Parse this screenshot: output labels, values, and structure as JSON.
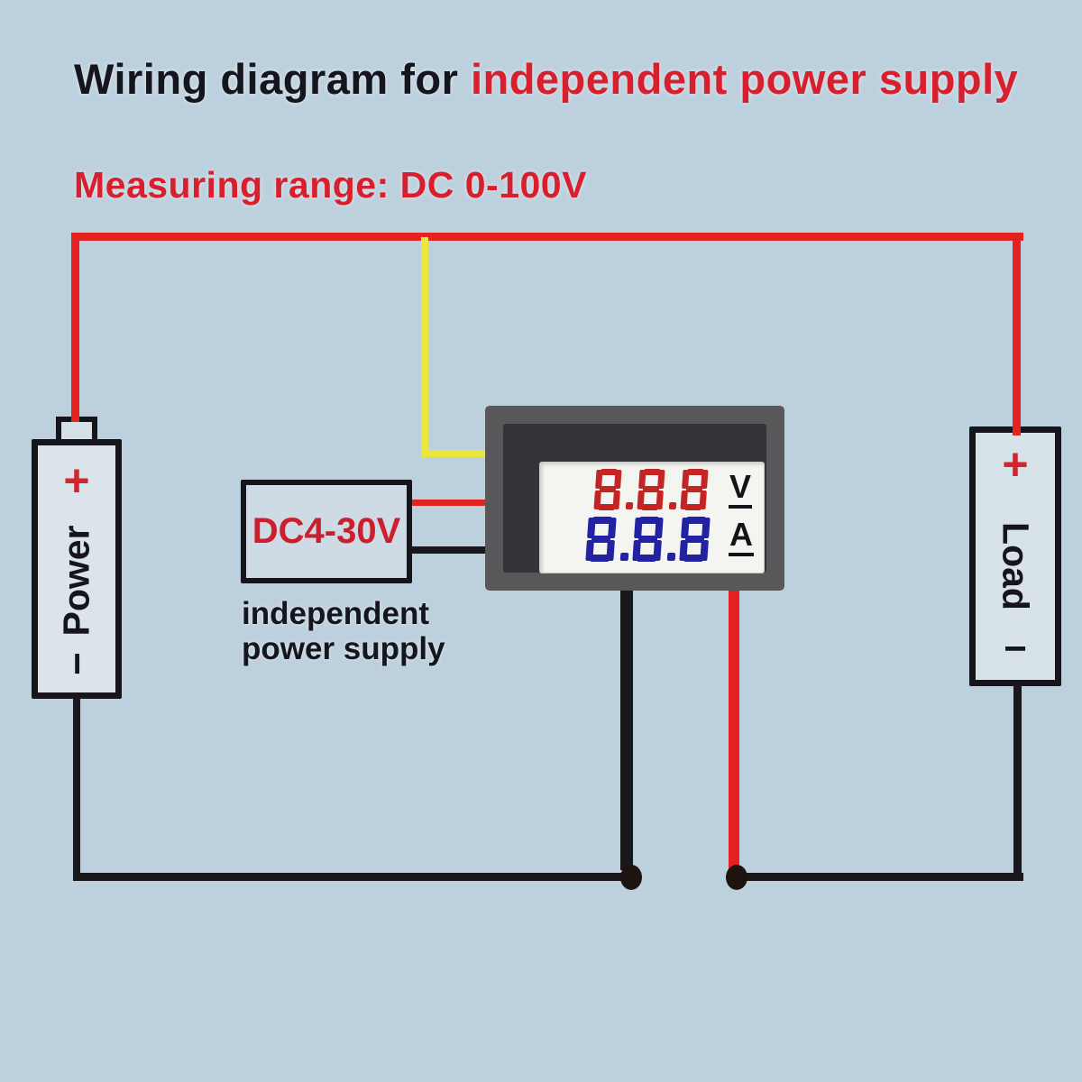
{
  "title": {
    "part_black": "Wiring diagram for ",
    "part_red": "independent power supply"
  },
  "subtitle": "Measuring range: DC 0-100V",
  "battery": {
    "plus": "+",
    "label": "Power",
    "minus": "−"
  },
  "load": {
    "plus": "+",
    "label": "Load",
    "minus": "−"
  },
  "psu": {
    "label": "DC4-30V",
    "caption_line1": "independent",
    "caption_line2": "power supply"
  },
  "meter": {
    "volt_value": "8.8.8",
    "volt_unit": "V",
    "amp_value": "8.8.8",
    "amp_unit": "A"
  },
  "colors": {
    "background": "#bdd0dd",
    "wire_red": "#e42320",
    "wire_yellow": "#ece73e",
    "wire_black": "#17171c",
    "text_black": "#15151d",
    "text_red": "#d81f2e",
    "digit_red": "#c52424",
    "digit_blue": "#2222a2",
    "meter_frame_outer": "#58585a",
    "meter_frame_inner": "#343438",
    "meter_display_bg": "#f4f4f1"
  }
}
